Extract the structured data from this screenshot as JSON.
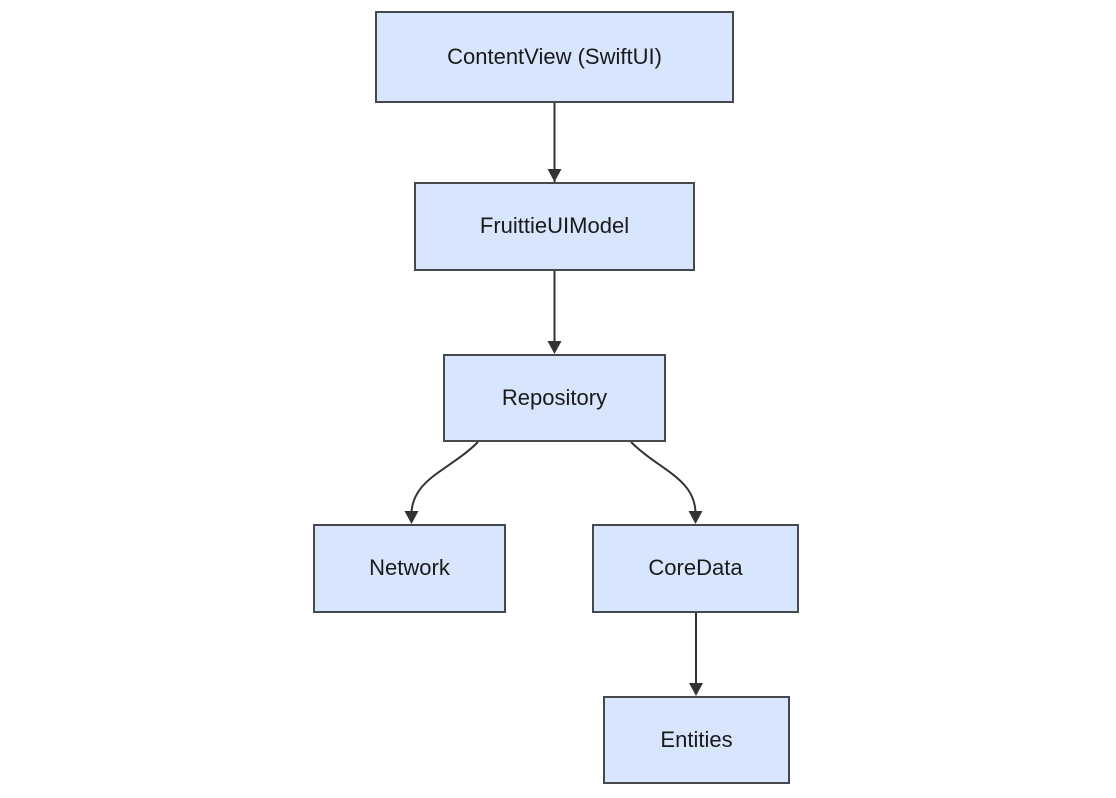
{
  "diagram": {
    "type": "flowchart",
    "direction": "top-down",
    "colors": {
      "background": "#ffffff",
      "node_fill": "#d7e6fc",
      "node_border": "#45494e",
      "edge": "#333333",
      "text": "#1a1a1a"
    },
    "nodes": [
      {
        "id": "contentview",
        "label": "ContentView (SwiftUI)"
      },
      {
        "id": "fruittieuimodel",
        "label": "FruittieUIModel"
      },
      {
        "id": "repository",
        "label": "Repository"
      },
      {
        "id": "network",
        "label": "Network"
      },
      {
        "id": "coredata",
        "label": "CoreData"
      },
      {
        "id": "entities",
        "label": "Entities"
      }
    ],
    "edges": [
      {
        "from": "ContentView (SwiftUI)",
        "to": "FruittieUIModel",
        "style": "arrow"
      },
      {
        "from": "FruittieUIModel",
        "to": "Repository",
        "style": "arrow"
      },
      {
        "from": "Repository",
        "to": "Network",
        "style": "arrow"
      },
      {
        "from": "Repository",
        "to": "CoreData",
        "style": "arrow"
      },
      {
        "from": "CoreData",
        "to": "Entities",
        "style": "arrow"
      }
    ]
  }
}
